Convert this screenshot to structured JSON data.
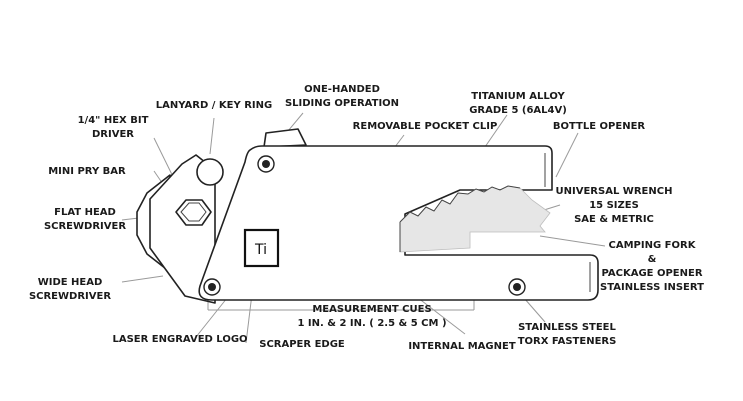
{
  "logo_text": "Ti",
  "labels": {
    "one_handed": [
      "ONE-HANDED",
      "SLIDING OPERATION"
    ],
    "lanyard": "LANYARD / KEY RING",
    "hex_bit": [
      "1/4\" HEX BIT",
      "DRIVER"
    ],
    "mini_pry": "MINI PRY BAR",
    "flat_head": [
      "FLAT HEAD",
      "SCREWDRIVER"
    ],
    "wide_head": [
      "WIDE HEAD",
      "SCREWDRIVER"
    ],
    "laser_logo": "LASER ENGRAVED LOGO",
    "scraper": "SCRAPER EDGE",
    "measurement": [
      "MEASUREMENT CUES",
      "1 IN. & 2 IN. ( 2.5 & 5 CM )"
    ],
    "magnet": "INTERNAL MAGNET",
    "torx": [
      "STAINLESS STEEL",
      "TORX FASTENERS"
    ],
    "titanium": [
      "TITANIUM ALLOY",
      "GRADE 5 (6AL4V)"
    ],
    "pocket_clip": "REMOVABLE POCKET CLIP",
    "bottle": "BOTTLE OPENER",
    "wrench": [
      "UNIVERSAL WRENCH",
      "15 SIZES",
      "SAE & METRIC"
    ],
    "fork": [
      "CAMPING FORK",
      "&",
      "PACKAGE OPENER",
      "STAINLESS INSERT"
    ]
  }
}
